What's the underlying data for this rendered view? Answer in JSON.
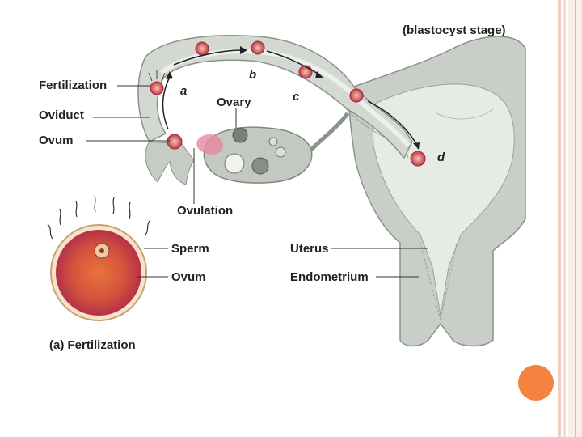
{
  "labels": {
    "top_right": "(blastocyst stage)",
    "fertilization": "Fertilization",
    "oviduct": "Oviduct",
    "ovum_top": "Ovum",
    "ovary": "Ovary",
    "ovulation": "Ovulation",
    "sperm": "Sperm",
    "ovum_bottom": "Ovum",
    "uterus": "Uterus",
    "endometrium": "Endometrium",
    "caption": "(a) Fertilization",
    "a": "a",
    "b": "b",
    "c": "c",
    "d": "d"
  },
  "colors": {
    "stripe_light": "#f6ddd2",
    "stripe_mid": "#e9b7a4",
    "accent_dot": "#f5823e",
    "tissue": "#c9cfc8",
    "embryo": "#c8324a"
  }
}
